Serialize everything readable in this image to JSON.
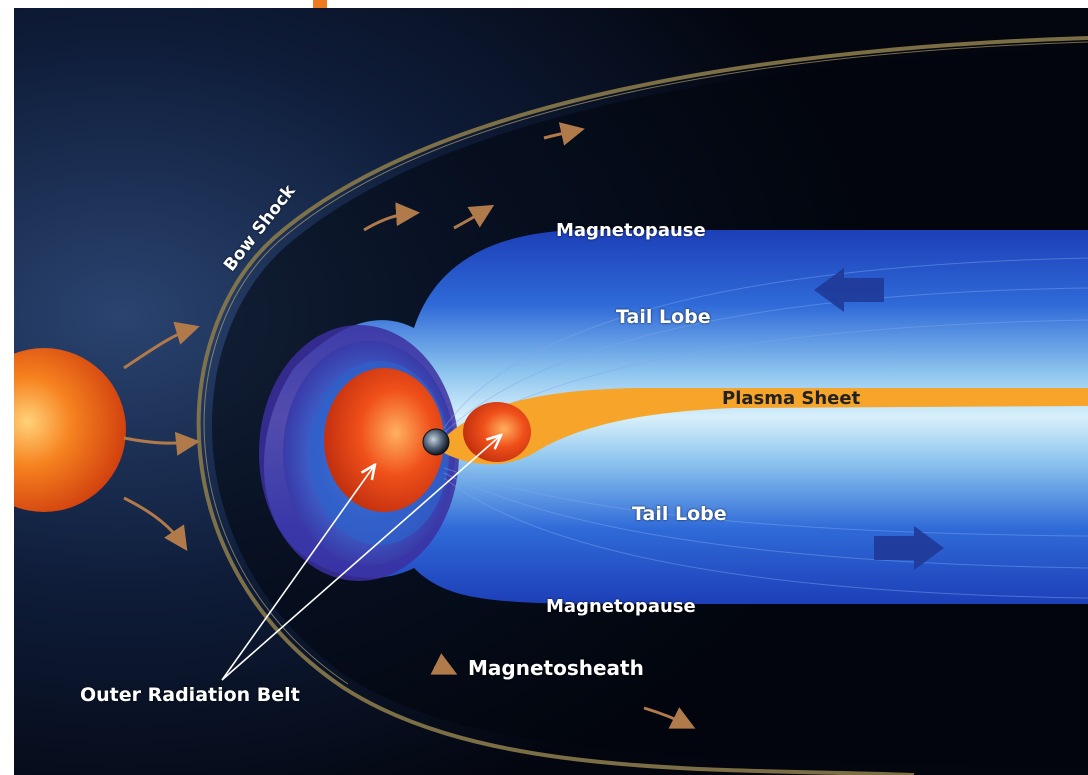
{
  "diagram": {
    "labels": {
      "bow_shock": "Bow Shock",
      "magnetopause_top": "Magnetopause",
      "tail_lobe_top": "Tail Lobe",
      "plasma_sheet": "Plasma Sheet",
      "tail_lobe_bottom": "Tail Lobe",
      "magnetopause_bottom": "Magnetopause",
      "magnetosheath": "Magnetosheath",
      "outer_radiation_belt": "Outer Radiation Belt"
    },
    "colors": {
      "space": "#050a18",
      "sun": "#f26a1b",
      "radiation_belt": "#ee4a17",
      "plasma_sheet": "#f6a52a",
      "tail_blue": "#2a5ad6",
      "tail_light": "#a8d8f2",
      "bow_shock": "#8a7a4a",
      "solar_wind_arrows": "#b07a4a",
      "accent_tab": "#f07a22"
    }
  }
}
